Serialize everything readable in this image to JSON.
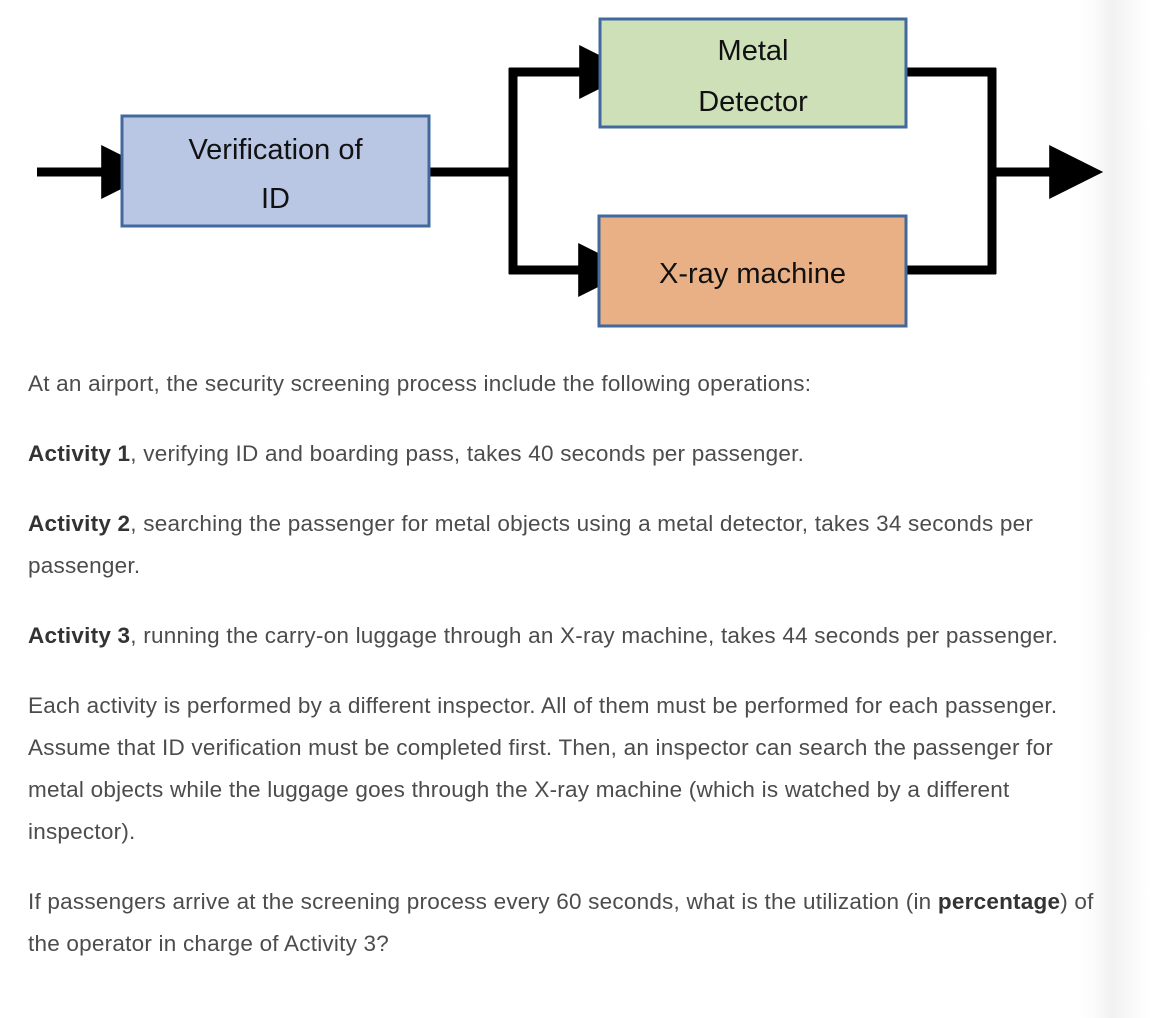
{
  "diagram": {
    "type": "process-flow",
    "colors": {
      "box_border": "#41699e",
      "verification_fill": "#b9c7e5",
      "metal_detector_fill": "#cde0b8",
      "xray_fill": "#e9b085",
      "connector": "#000000",
      "label_text": "#111111"
    },
    "boxes": [
      {
        "id": "verification-of-id",
        "label_line1": "Verification of",
        "label_line2": "ID",
        "fill": "#b9c7e5"
      },
      {
        "id": "metal-detector",
        "label_line1": "Metal",
        "label_line2": "Detector",
        "fill": "#cde0b8"
      },
      {
        "id": "xray-machine",
        "label_line1": "X-ray machine",
        "label_line2": "",
        "fill": "#e9b085"
      }
    ]
  },
  "question": {
    "intro": "At an airport, the security screening process include the following operations:",
    "activities": [
      {
        "name": "Activity 1",
        "description": ", verifying ID and boarding pass, takes 40 seconds per passenger."
      },
      {
        "name": "Activity 2",
        "description": ", searching the passenger for metal objects using a metal detector, takes 34 seconds per passenger."
      },
      {
        "name": "Activity 3",
        "description": ", running the carry-on luggage through an X-ray machine, takes 44 seconds per passenger."
      }
    ],
    "assumptions": "Each activity is performed by a different inspector. All of them must be performed for each passenger. Assume that ID verification must be completed first. Then, an inspector can search the passenger for metal objects while the luggage goes through the X-ray machine (which is watched by a different inspector).",
    "prompt_part1": "If passengers arrive at the screening process every 60 seconds, what is the utilization (in ",
    "prompt_emphasis": "percentage",
    "prompt_part2": ") of the operator in charge of Activity 3?"
  }
}
